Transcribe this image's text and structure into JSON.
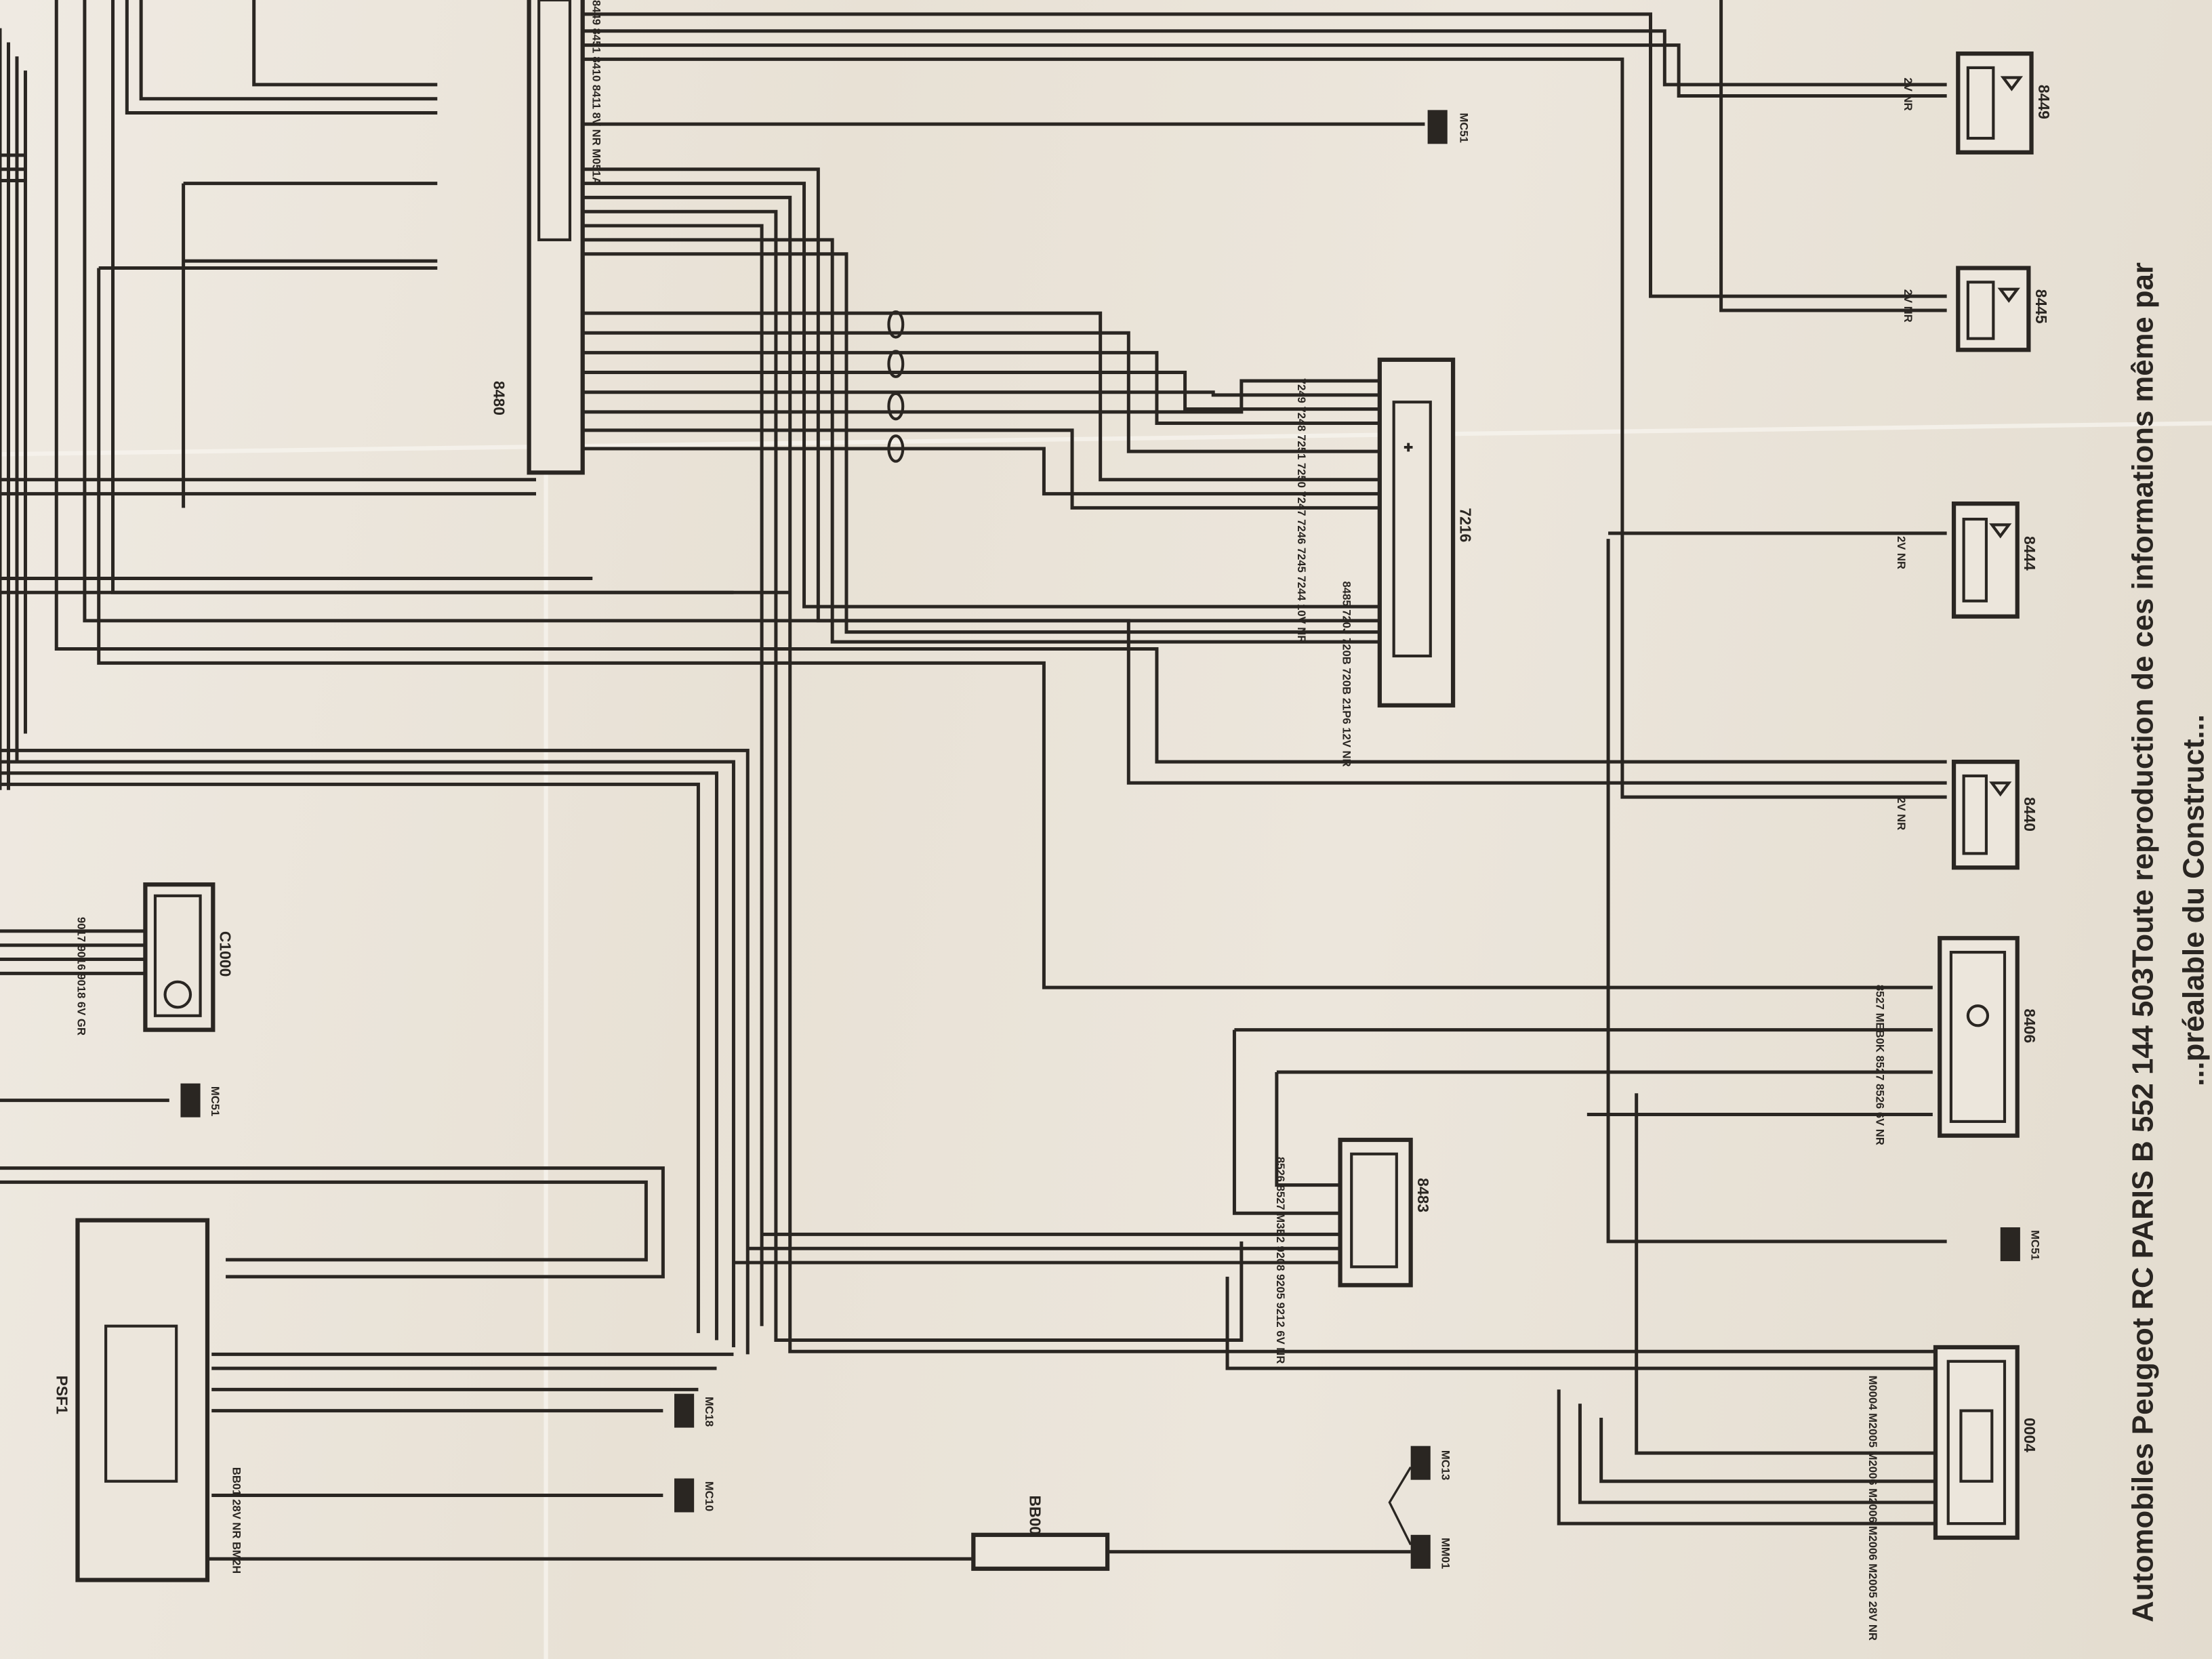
{
  "footer": {
    "line1": "Automobiles Peugeot RC PARIS B 552 144 503Toute reproduction de ces informations même par",
    "line2": "...préalable du Construct..."
  },
  "components": {
    "speaker_8449": "8449",
    "speaker_8445": "8445",
    "speaker_8444": "8444",
    "speaker_8440": "8440",
    "display_8406": "8406",
    "unit_0004": "0004",
    "unit_7216": "7216",
    "unit_8483": "8483",
    "connector_8480": "8480",
    "unit_c1000": "C1000",
    "fuse_psf1": "PSF1",
    "connector_bb00": "BB00",
    "ground_mc51_a": "MC51",
    "ground_mc51_b": "MC51",
    "ground_mc51_c": "MC51",
    "ground_mc18": "MC18",
    "ground_mc10": "MC10",
    "ground_mc13": "MC13",
    "ground_mm01": "MM01"
  },
  "wire_labels": {
    "w7216": [
      "7249",
      "7248",
      "7251",
      "7250",
      "7247",
      "7246",
      "7245",
      "7244",
      "10V NR"
    ],
    "w7216b": [
      "8485",
      "720J",
      "720B",
      "720B",
      "21P6",
      "12V NR"
    ],
    "w8406": [
      "8527",
      "MEB0K",
      "8527",
      "8526",
      "6V NR"
    ],
    "w0004": [
      "M0004",
      "M2005",
      "M2006",
      "M2006",
      "M2006",
      "M2005",
      "28V NR"
    ],
    "w8483": [
      "8526",
      "8527",
      "M3E2",
      "9208",
      "9205",
      "9212",
      "6V NR"
    ],
    "speaker_pins": [
      "2V NR",
      "2V NR",
      "2V NR",
      "2V NR"
    ],
    "w8480_top": [
      "8449",
      "8451",
      "8410",
      "8411",
      "8V NR",
      "M051A"
    ],
    "wpsf1": [
      "BB01",
      "28V NR",
      "BM2H"
    ],
    "c1000_pins": [
      "9017",
      "9016",
      "9018",
      "6V GR"
    ]
  }
}
